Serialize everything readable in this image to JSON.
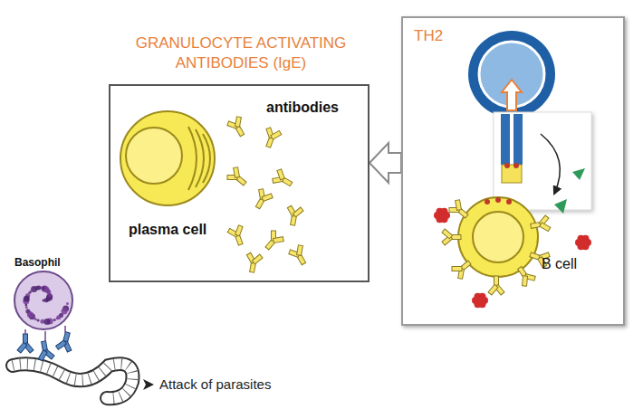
{
  "diagram": {
    "nodes": [
      {
        "text": [
          "GRANULOCYTE ACTIVATING ANTIBODIES (IgE)",
          "antibodies",
          "plasma cell"
        ]
      },
      {
        "text": [
          "TH2"
        ]
      },
      {
        "text": [
          "B cell"
        ],
        "in": 1
      },
      {
        "text": [
          "Basophil"
        ]
      }
    ],
    "edges": [
      {
        "from": 1,
        "to": 0,
        "arrow": "to"
      }
    ],
    "labels": [
      "Attack of parasites"
    ]
  }
}
